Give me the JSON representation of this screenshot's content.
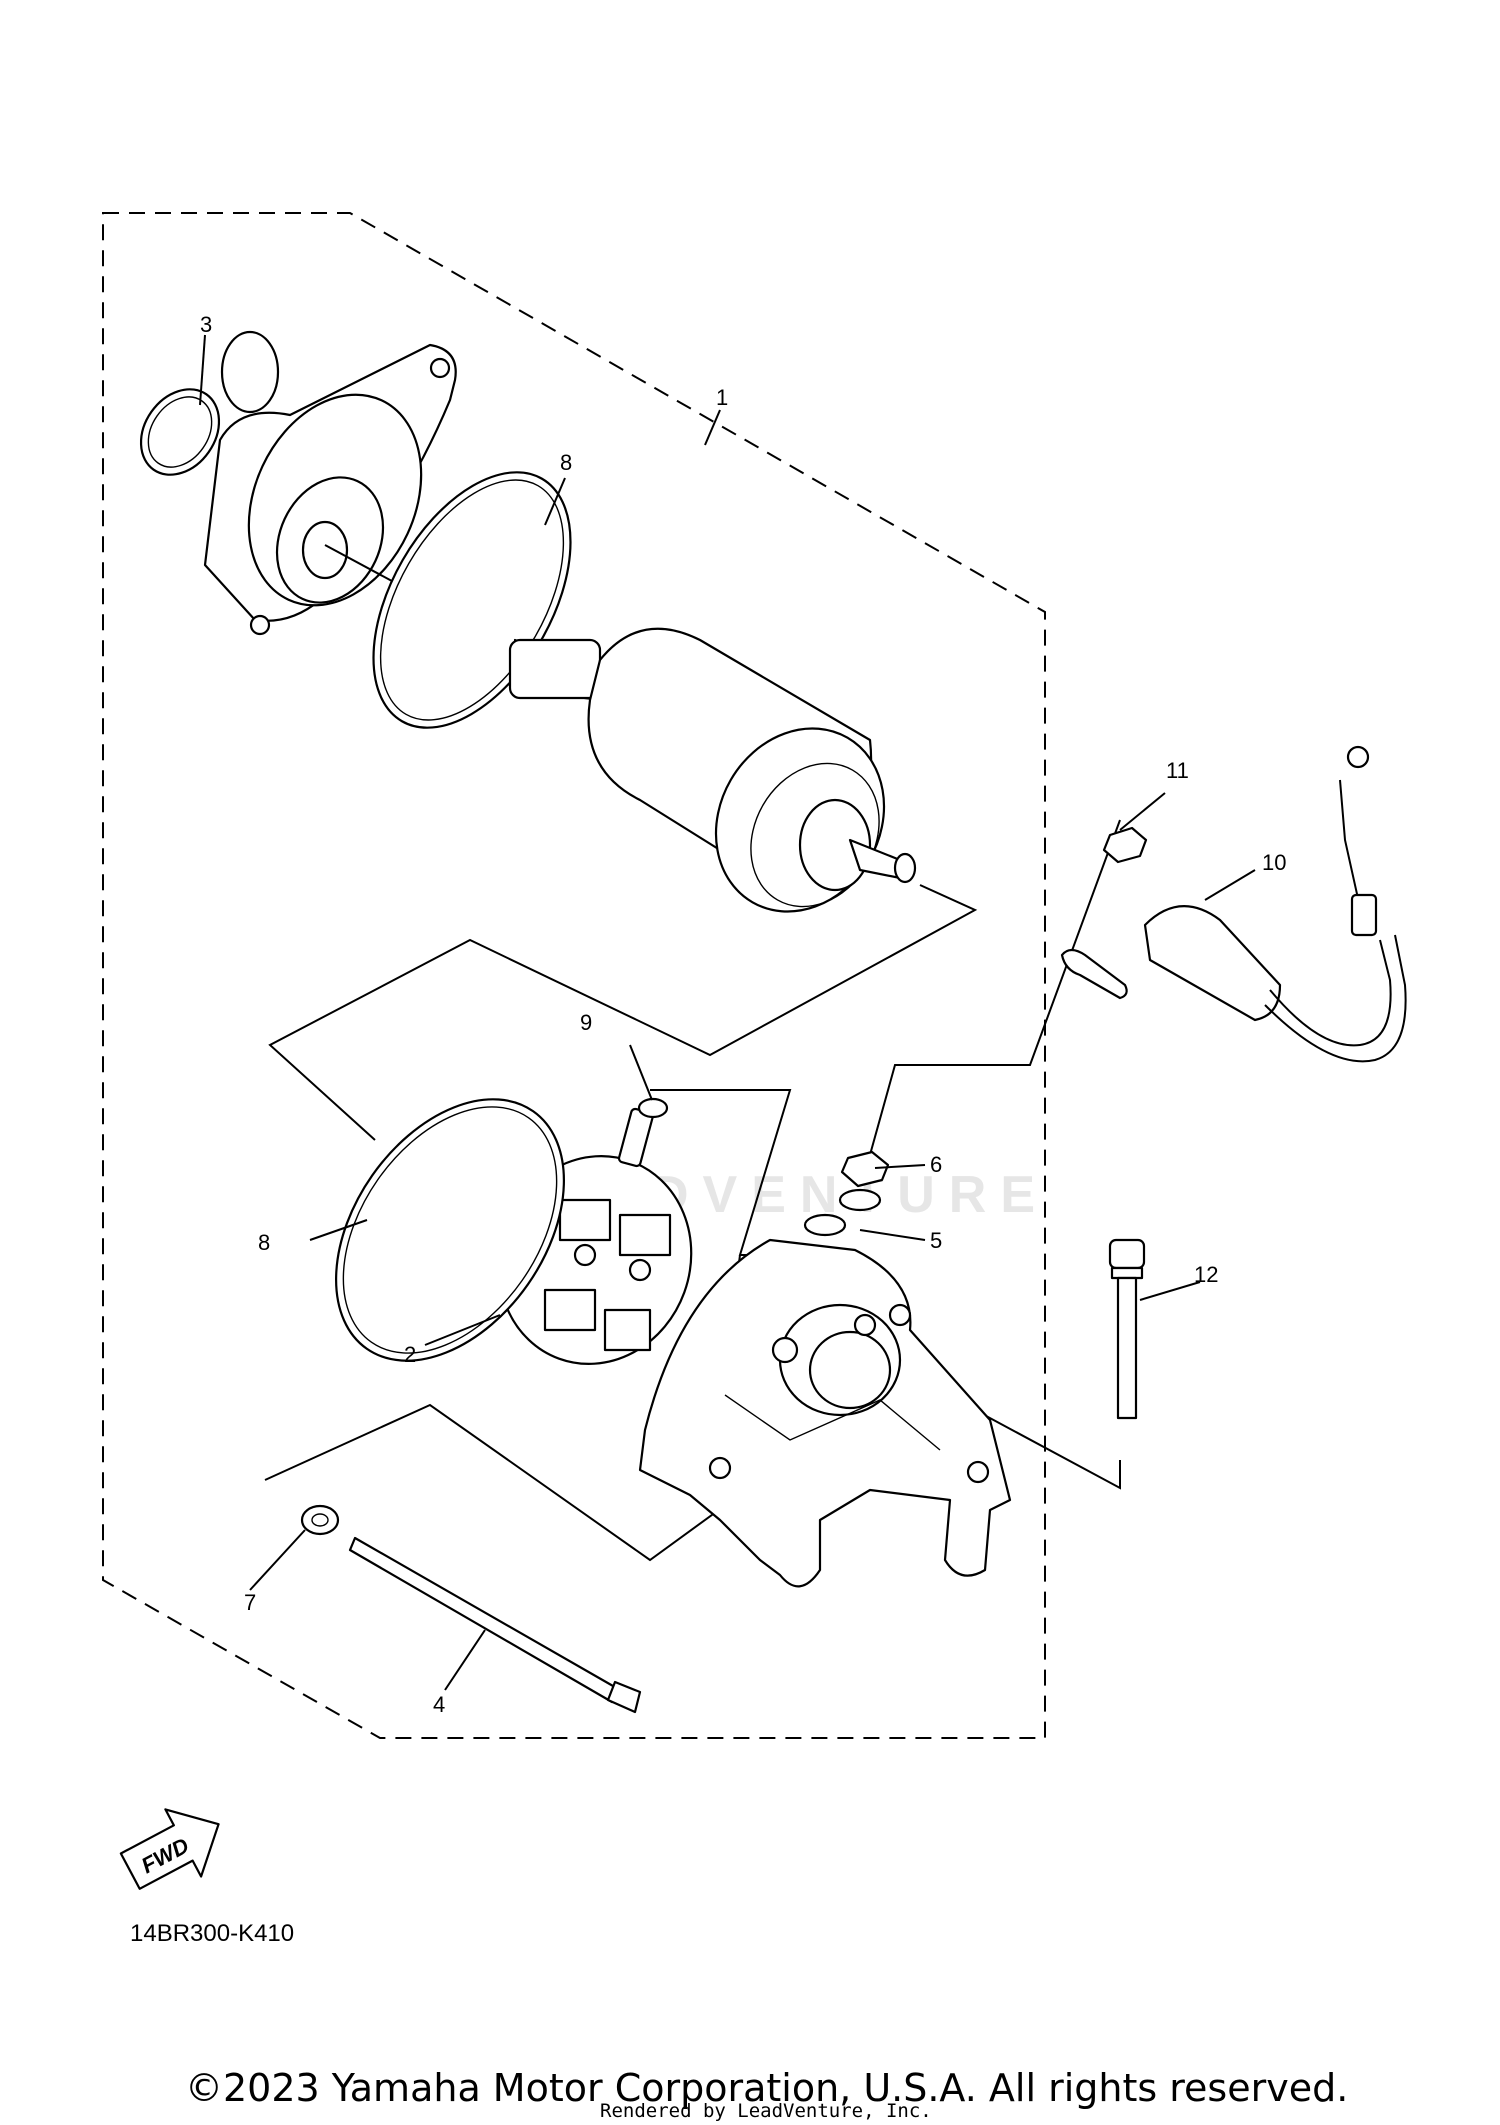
{
  "diagram": {
    "code": "14BR300-K410",
    "fwd_label": "FWD",
    "watermark": "LEADVENTURE",
    "callouts": {
      "c1": "1",
      "c2": "2",
      "c3": "3",
      "c4": "4",
      "c5": "5",
      "c6": "6",
      "c7": "7",
      "c8a": "8",
      "c8b": "8",
      "c9": "9",
      "c10": "10",
      "c11": "11",
      "c12": "12"
    }
  },
  "footer": {
    "copyright": "©2023 Yamaha Motor Corporation, U.S.A. All rights reserved.",
    "rendered_by": "Rendered by LeadVenture, Inc."
  }
}
